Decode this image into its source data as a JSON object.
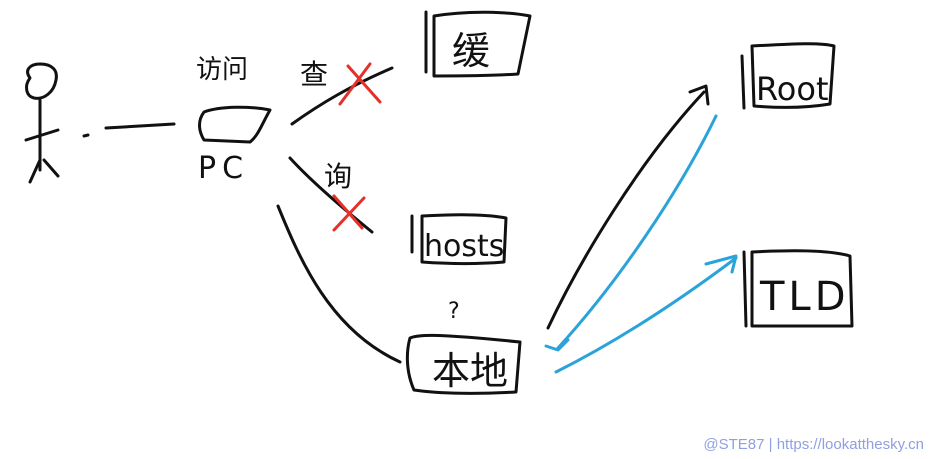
{
  "labels": {
    "visit": "访问",
    "pc": "PC",
    "lookup": "查",
    "query": "询",
    "cache": "缓",
    "hosts": "hosts",
    "local": "本地",
    "root": "Root",
    "tld": "TLD",
    "question": "?"
  },
  "colors": {
    "ink": "#111111",
    "blue_arrows": "#2aa3d9",
    "red_marks": "#e5302a",
    "watermark": "#8f9fe0"
  },
  "watermark": {
    "text": "@STE87 | https://lookatthesky.cn"
  }
}
